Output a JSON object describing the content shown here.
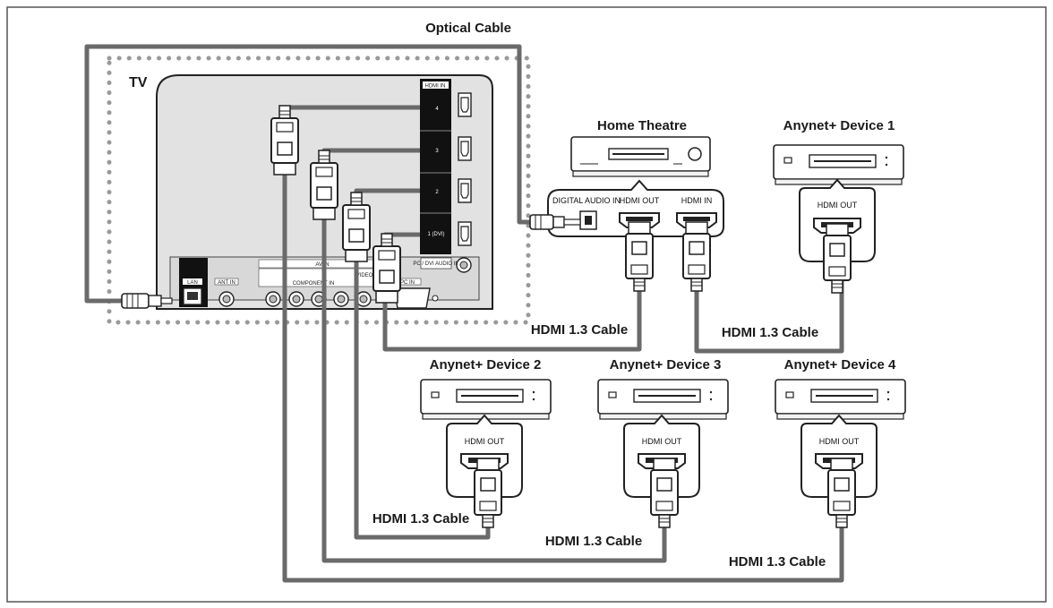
{
  "labels": {
    "optical_cable": "Optical Cable",
    "tv": "TV",
    "home_theatre": "Home Theatre",
    "anynet_1": "Anynet+ Device 1",
    "anynet_2": "Anynet+ Device 2",
    "anynet_3": "Anynet+ Device 3",
    "anynet_4": "Anynet+ Device 4",
    "hdmi_cable_a": "HDMI 1.3 Cable",
    "hdmi_cable_b": "HDMI 1.3 Cable",
    "hdmi_cable_c": "HDMI 1.3 Cable",
    "hdmi_cable_d": "HDMI 1.3 Cable",
    "hdmi_cable_e": "HDMI 1.3 Cable"
  },
  "ports": {
    "ht_digital_audio_in": "DIGITAL AUDIO IN",
    "ht_hdmi_out": "HDMI OUT",
    "ht_hdmi_in": "HDMI IN",
    "dev_hdmi_out": "HDMI OUT",
    "tv_hdmi_in": "HDMI IN",
    "tv_hdmi_4": "4",
    "tv_hdmi_3": "3",
    "tv_hdmi_2": "2",
    "tv_hdmi_1": "1 (DVI)",
    "tv_lan": "LAN",
    "tv_ant_in": "ANT IN",
    "tv_pc_in": "PC IN",
    "tv_pc_dvi_audio_in": "PC / DVI AUDIO IN",
    "tv_component_in": "COMPONENT IN",
    "tv_av_in": "AV IN",
    "tv_video": "VIDEO"
  },
  "colors": {
    "cable": "#6a6a6a",
    "panel": "#e2e2e2",
    "hdmi_strip": "#111111",
    "frame": "#555555"
  }
}
